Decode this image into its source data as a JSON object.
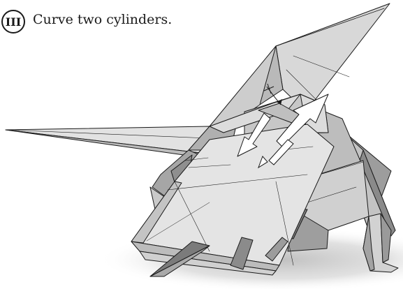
{
  "step": {
    "number": "III",
    "instruction": "Curve two cylinders."
  },
  "colors": {
    "paper_light": "#e3e3e3",
    "paper_mid": "#cfcfcf",
    "paper_dark": "#a9a9a9",
    "paper_darker": "#8c8c8c",
    "line": "#1a1a1a",
    "shadow": "#d6d6d6"
  },
  "figure": {
    "subject": "origami-model",
    "arrows": [
      "push-in-arrow",
      "curve-arrow-left",
      "curve-arrow-right"
    ]
  }
}
